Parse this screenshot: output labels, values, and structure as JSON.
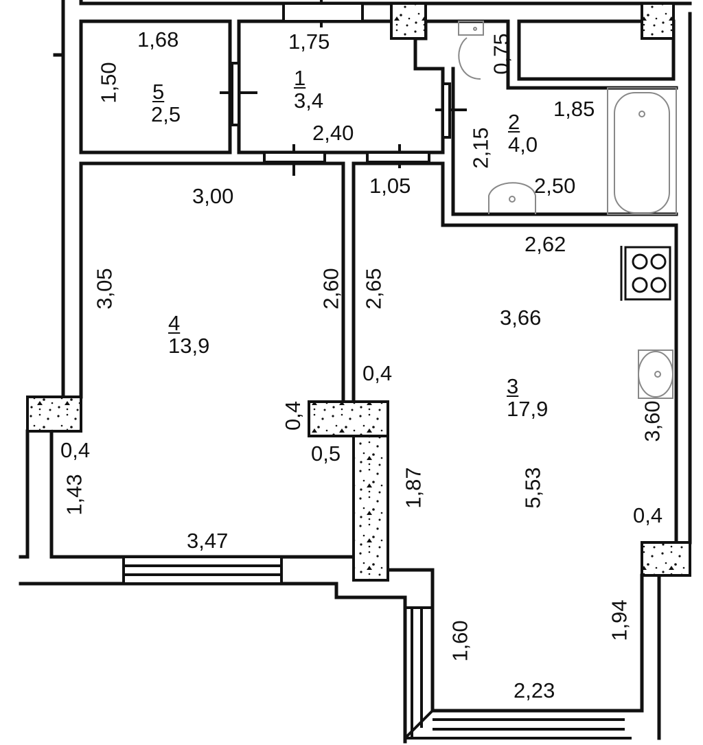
{
  "floor_plan": {
    "rooms": [
      {
        "id": "1",
        "number": "1",
        "area": "3,4",
        "kind": "hallway"
      },
      {
        "id": "2",
        "number": "2",
        "area": "4,0",
        "kind": "bathroom"
      },
      {
        "id": "3",
        "number": "3",
        "area": "17,9",
        "kind": "kitchen-living"
      },
      {
        "id": "4",
        "number": "4",
        "area": "13,9",
        "kind": "bedroom"
      },
      {
        "id": "5",
        "number": "5",
        "area": "2,5",
        "kind": "storage"
      }
    ],
    "dimensions": {
      "r5_top": "1,68",
      "r5_left": "1,50",
      "r1_top": "1,75",
      "r1_bottom": "2,40",
      "wc_depth": "0,75",
      "r2_width": "1,85",
      "r2_height": "2,15",
      "r2_bottom": "2,50",
      "r4_top": "3,00",
      "r4_left": "3,05",
      "r4_right": "2,60",
      "r4_col": "0,4",
      "r4_col_b": "0,4",
      "r4_lower_left": "1,43",
      "r4_bottom": "3,47",
      "pier_w": "0,5",
      "r3_door": "1,05",
      "r3_top": "2,62",
      "r3_left": "2,65",
      "r3_width": "3,66",
      "r3_col": "0,4",
      "r3_right": "3,60",
      "r3_depth": "5,53",
      "pier_h": "1,87",
      "r3_col_r": "0,4",
      "bay_left": "1,60",
      "bay_right": "1,94",
      "bay_bottom": "2,23"
    },
    "fixtures": [
      "toilet-icon",
      "bathtub-icon",
      "washbasin-icon",
      "stove-icon",
      "kitchen-sink-icon"
    ],
    "colors": {
      "wall": "#111111",
      "fixture": "#888888",
      "background": "#ffffff"
    }
  }
}
